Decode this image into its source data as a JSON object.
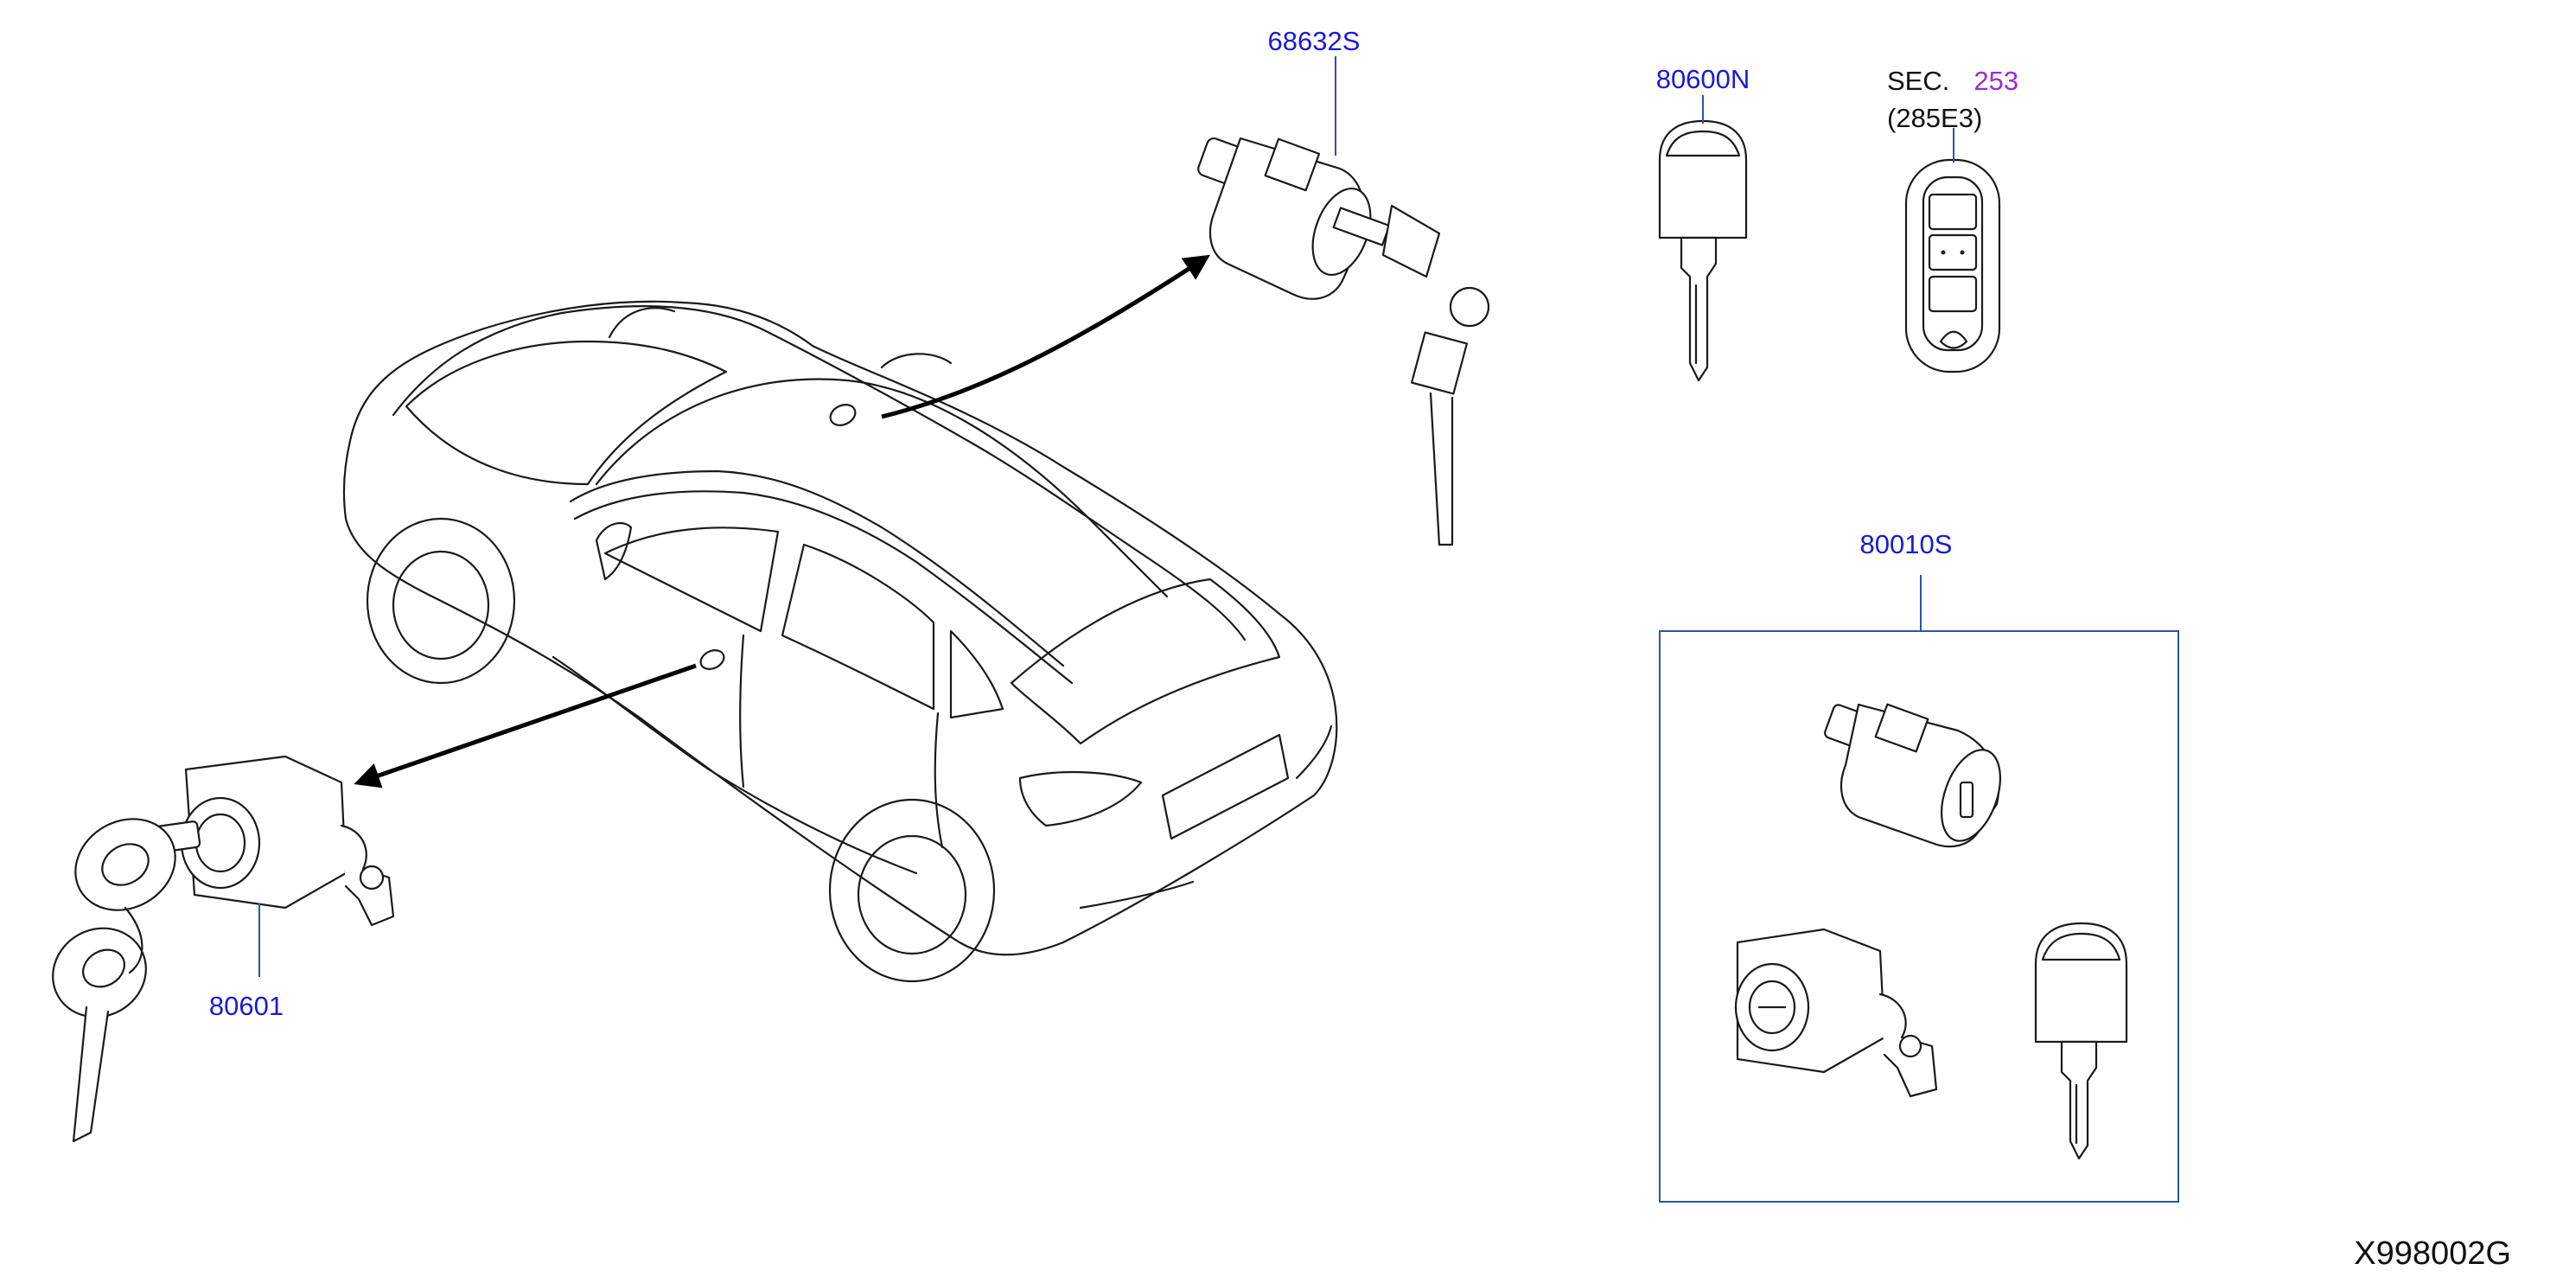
{
  "parts": {
    "ignition_cylinder": {
      "number": "68632S"
    },
    "blank_key": {
      "number": "80600N"
    },
    "remote": {
      "sec_prefix": "SEC.",
      "sec_number": "253",
      "sub_code": "(285E3)"
    },
    "door_lock_cylinder": {
      "number": "80601"
    },
    "cylinder_set": {
      "number": "80010S"
    }
  },
  "drawing_id": "X998002G",
  "colors": {
    "link": "#1a1ad6",
    "sec_link": "#9a2bd6",
    "leader": "#2a55a8",
    "line": "#1a1a1a"
  }
}
